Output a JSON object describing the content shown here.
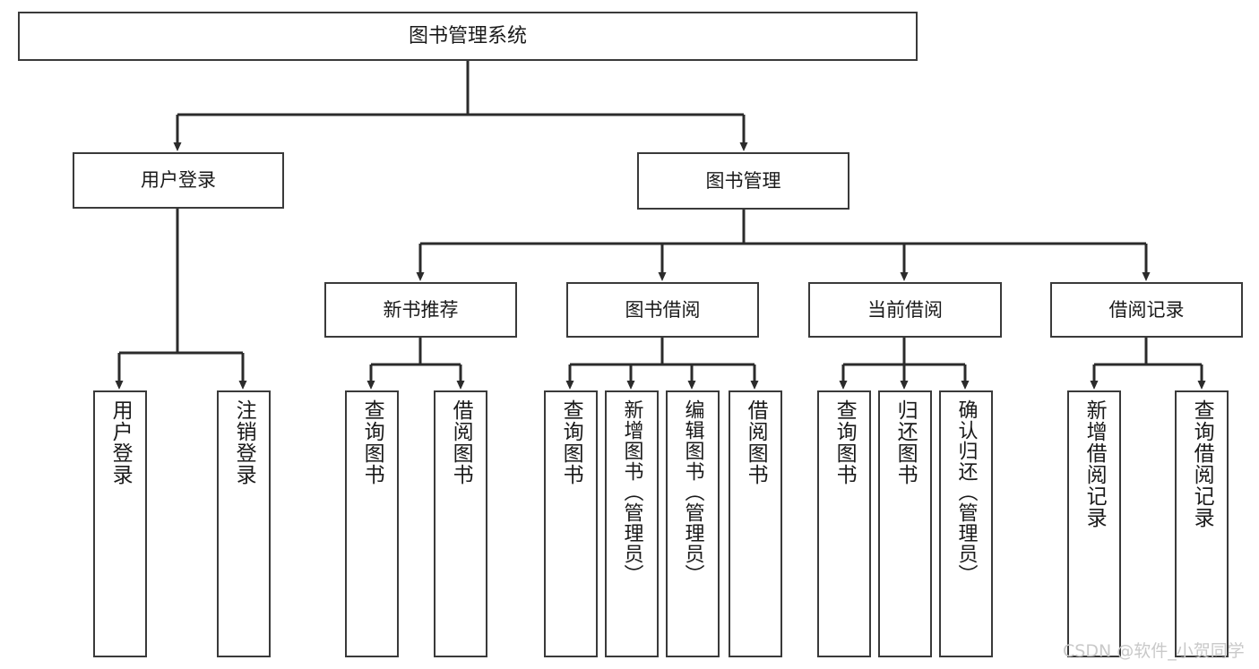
{
  "diagram": {
    "type": "tree-hierarchy",
    "title": "图书管理系统",
    "watermark": "CSDN @软件_小贺同学",
    "colors": {
      "background": "#ffffff",
      "border": "#3a3a3a",
      "text": "#1a1a1a",
      "edge": "#2b2b2b",
      "watermark": "#c9c9c9"
    },
    "nodes": {
      "root": {
        "label": "图书管理系统"
      },
      "level2": [
        {
          "label": "用户登录"
        },
        {
          "label": "图书管理"
        }
      ],
      "level3": [
        {
          "label": "新书推荐"
        },
        {
          "label": "图书借阅"
        },
        {
          "label": "当前借阅"
        },
        {
          "label": "借阅记录"
        }
      ],
      "leaves": {
        "user_login": [
          {
            "label": "用户登录"
          },
          {
            "label": "注销登录"
          }
        ],
        "new_book": [
          {
            "label": "查询图书"
          },
          {
            "label": "借阅图书"
          }
        ],
        "book_borrow": [
          {
            "label": "查询图书"
          },
          {
            "label": "新增图书（管理员）"
          },
          {
            "label": "编辑图书（管理员）"
          },
          {
            "label": "借阅图书"
          }
        ],
        "current_borrow": [
          {
            "label": "查询图书"
          },
          {
            "label": "归还图书"
          },
          {
            "label": "确认归还（管理员）"
          }
        ],
        "borrow_record": [
          {
            "label": "新增借阅记录"
          },
          {
            "label": "查询借阅记录"
          }
        ]
      }
    }
  }
}
